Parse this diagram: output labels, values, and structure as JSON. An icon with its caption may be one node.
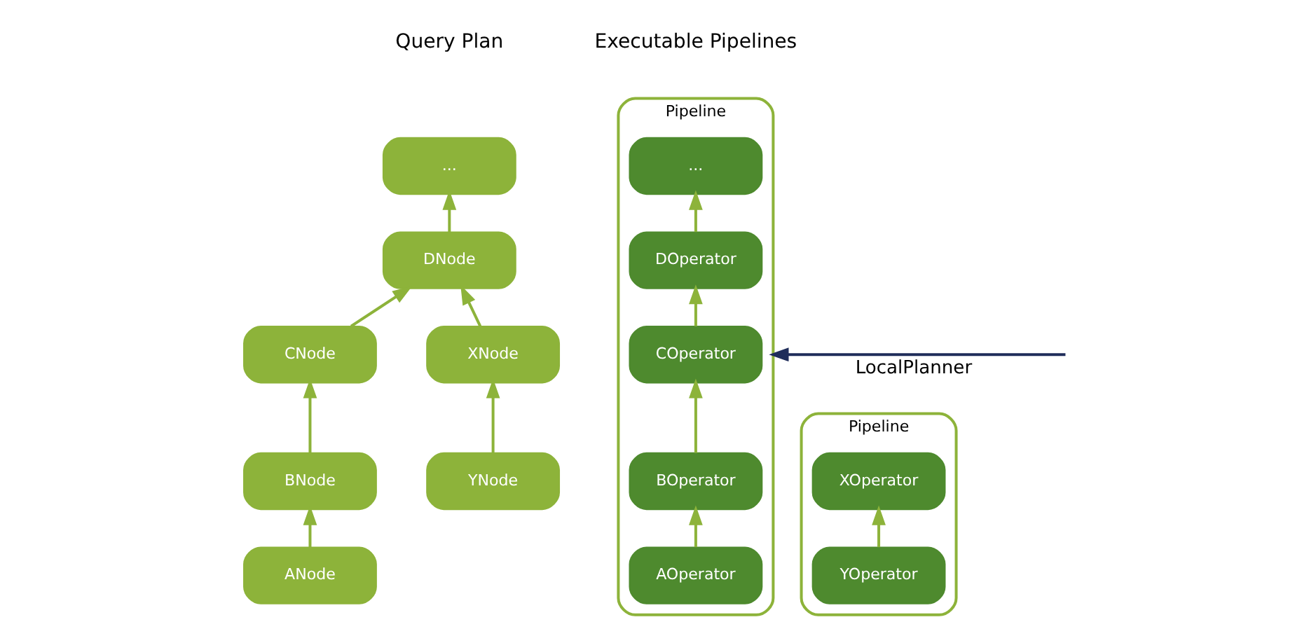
{
  "diagram": {
    "nodes": [
      {
        "text": [
          "..."
        ]
      },
      {
        "text": [
          "DNode"
        ]
      },
      {
        "text": [
          "CNode"
        ]
      },
      {
        "text": [
          "BNode"
        ]
      },
      {
        "text": [
          "ANode"
        ]
      },
      {
        "text": [
          "XNode"
        ]
      },
      {
        "text": [
          "YNode"
        ]
      },
      {
        "text": [
          "Pipeline"
        ]
      },
      {
        "text": [
          "..."
        ],
        "in": 7
      },
      {
        "text": [
          "DOperator"
        ],
        "in": 7
      },
      {
        "text": [
          "COperator"
        ],
        "in": 7
      },
      {
        "text": [
          "BOperator"
        ],
        "in": 7
      },
      {
        "text": [
          "AOperator"
        ],
        "in": 7
      },
      {
        "text": [
          "Pipeline"
        ]
      },
      {
        "text": [
          "XOperator"
        ],
        "in": 13
      },
      {
        "text": [
          "YOperator"
        ],
        "in": 13
      }
    ],
    "edges": [
      {
        "from": 4,
        "to": 3,
        "arrow": "to"
      },
      {
        "from": 3,
        "to": 2,
        "arrow": "to"
      },
      {
        "from": 2,
        "to": 1,
        "arrow": "to"
      },
      {
        "from": 1,
        "to": 0,
        "arrow": "to"
      },
      {
        "from": 6,
        "to": 5,
        "arrow": "to"
      },
      {
        "from": 5,
        "to": 1,
        "arrow": "to"
      },
      {
        "from": null,
        "to": 7,
        "arrow": "to",
        "label": "LocalPlanner",
        "color": "#1f2d5a"
      },
      {
        "from": 12,
        "to": 11,
        "arrow": "to"
      },
      {
        "from": 11,
        "to": 10,
        "arrow": "to"
      },
      {
        "from": 10,
        "to": 9,
        "arrow": "to"
      },
      {
        "from": 9,
        "to": 8,
        "arrow": "to"
      },
      {
        "from": 15,
        "to": 14,
        "arrow": "to"
      }
    ],
    "labels": [
      "Query Plan",
      "Executable Pipelines"
    ]
  }
}
